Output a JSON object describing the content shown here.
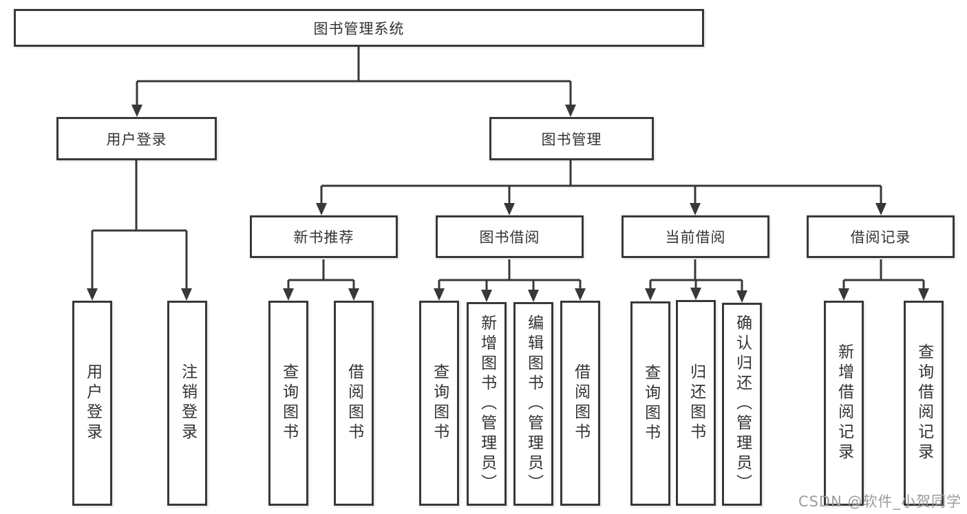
{
  "diagram_title": "图书管理系统",
  "colors": {
    "line": "#383838",
    "text": "#333333",
    "background": "#ffffff",
    "watermark": "#9c9c9c"
  },
  "nodes": {
    "root": "图书管理系统",
    "level2": [
      "用户登录",
      "图书管理"
    ],
    "level3": [
      "新书推荐",
      "图书借阅",
      "当前借阅",
      "借阅记录"
    ],
    "leaves_login": [
      "用户登录",
      "注销登录"
    ],
    "leaves_recommend": [
      "查询图书",
      "借阅图书"
    ],
    "leaves_borrow": [
      "查询图书",
      "新增图书（管理员）",
      "编辑图书（管理员）",
      "借阅图书"
    ],
    "leaves_current": [
      "查询图书",
      "归还图书",
      "确认归还（管理员）"
    ],
    "leaves_records": [
      "新增借阅记录",
      "查询借阅记录"
    ]
  },
  "watermark": {
    "text": "CSDN @软件_小贺同学"
  }
}
